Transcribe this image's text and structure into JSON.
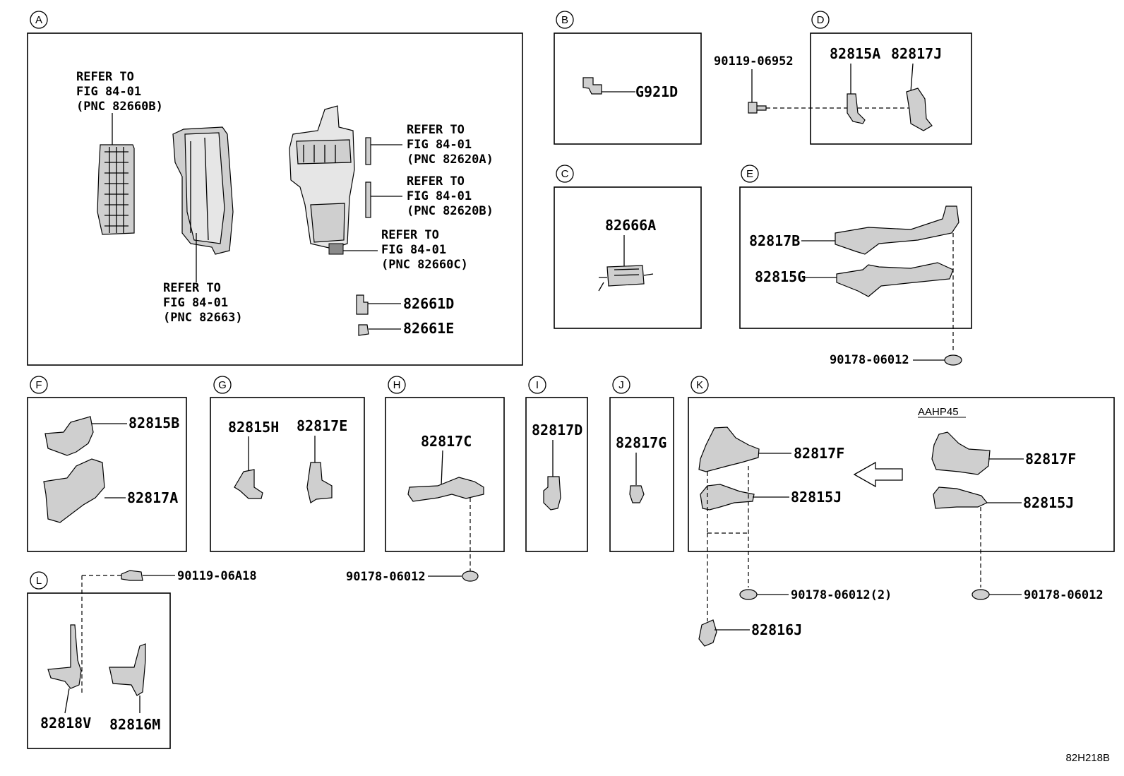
{
  "sections": {
    "A": {
      "letter": "A",
      "refs": [
        {
          "line1": "REFER TO",
          "line2": "FIG 84-01",
          "line3": "(PNC 82660B)"
        },
        {
          "line1": "REFER TO",
          "line2": "FIG 84-01",
          "line3": "(PNC 82663)"
        },
        {
          "line1": "REFER TO",
          "line2": "FIG 84-01",
          "line3": "(PNC 82620A)"
        },
        {
          "line1": "REFER TO",
          "line2": "FIG 84-01",
          "line3": "(PNC 82620B)"
        },
        {
          "line1": "REFER TO",
          "line2": "FIG 84-01",
          "line3": "(PNC 82660C)"
        }
      ],
      "parts": [
        "82661D",
        "82661E"
      ]
    },
    "B": {
      "letter": "B",
      "parts": [
        "G921D"
      ]
    },
    "C": {
      "letter": "C",
      "parts": [
        "82666A"
      ]
    },
    "D": {
      "letter": "D",
      "parts": [
        "82815A",
        "82817J"
      ],
      "fastener": "90119-06952"
    },
    "E": {
      "letter": "E",
      "parts": [
        "82817B",
        "82815G"
      ],
      "fastener": "90178-06012"
    },
    "F": {
      "letter": "F",
      "parts": [
        "82815B",
        "82817A"
      ]
    },
    "G": {
      "letter": "G",
      "parts": [
        "82815H",
        "82817E"
      ]
    },
    "H": {
      "letter": "H",
      "parts": [
        "82817C"
      ],
      "fastener": "90178-06012"
    },
    "I": {
      "letter": "I",
      "parts": [
        "82817D"
      ]
    },
    "J": {
      "letter": "J",
      "parts": [
        "82817G"
      ]
    },
    "K": {
      "letter": "K",
      "variant": "AAHP45",
      "parts": [
        "82817F",
        "82815J",
        "82817F",
        "82815J",
        "82816J"
      ],
      "fasteners": [
        "90178-06012(2)",
        "90178-06012"
      ]
    },
    "L": {
      "letter": "L",
      "parts": [
        "82818V",
        "82816M"
      ],
      "fastener": "90119-06A18"
    }
  },
  "diagram_code": "82H218B"
}
